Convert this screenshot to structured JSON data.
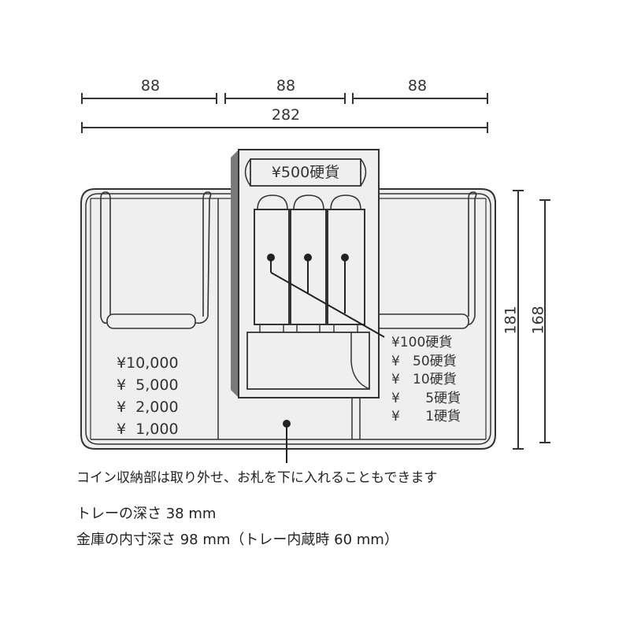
{
  "dimensions": {
    "width_segments": [
      "88",
      "88",
      "88"
    ],
    "total_width": "282",
    "outer_height": "181",
    "inner_height": "168",
    "unit": "mm"
  },
  "coin_unit": {
    "top_label": "¥500硬貨"
  },
  "bill_compartment": {
    "denominations": [
      "¥10,000",
      "¥  5,000",
      "¥  2,000",
      "¥  1,000"
    ]
  },
  "coin_compartment": {
    "denominations": [
      "¥100硬貨",
      "¥   50硬貨",
      "¥   10硬貨",
      "¥      5硬貨",
      "¥      1硬貨"
    ]
  },
  "notes": {
    "removable_note": "コイン収納部は取り外せ、お札を下に入れることもできます",
    "tray_depth": "トレーの深さ 38 mm",
    "safe_inner_depth": "金庫の内寸深さ 98 mm（トレー内蔵時 60 mm）"
  },
  "colors": {
    "line": "#333333",
    "tray_fill": "#efefef",
    "shadow": "#7a7a7a",
    "background": "#ffffff"
  }
}
